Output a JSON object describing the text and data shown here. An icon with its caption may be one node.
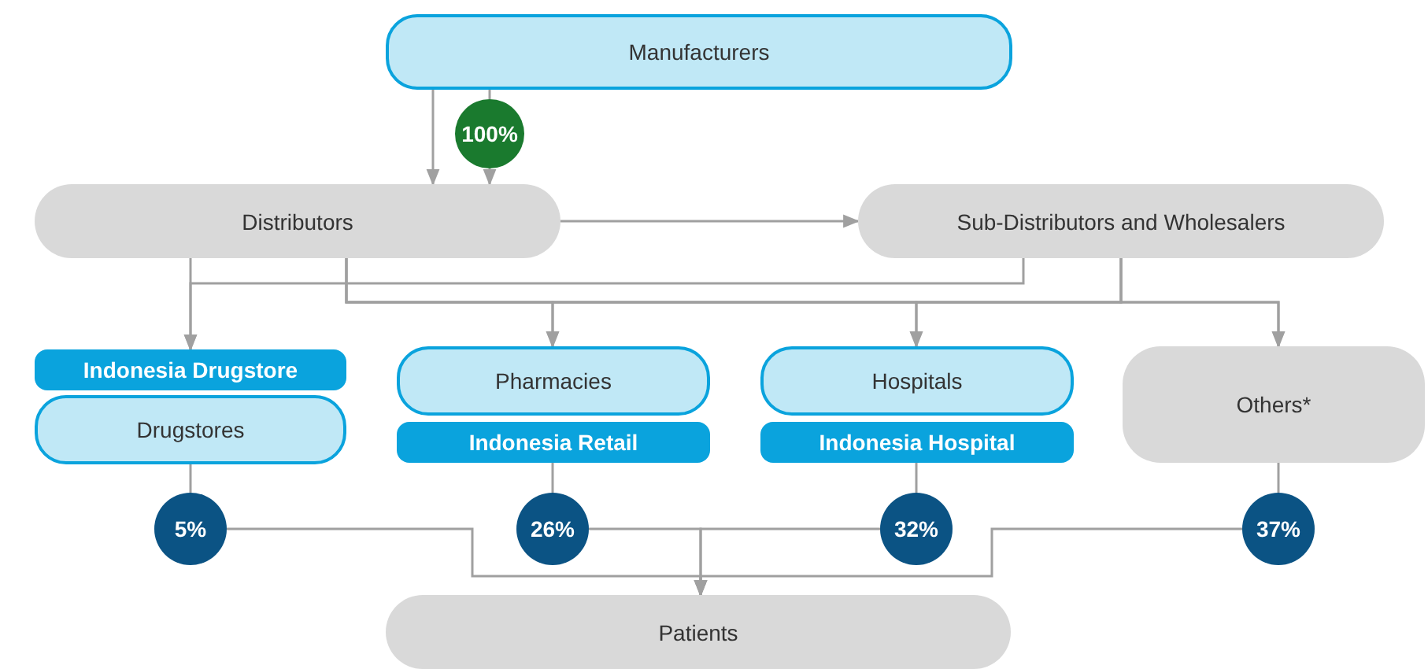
{
  "diagram": {
    "nodes": [
      {
        "text": [
          "Manufacturers"
        ]
      },
      {
        "text": [
          "100%"
        ]
      },
      {
        "text": [
          "Distributors"
        ]
      },
      {
        "text": [
          "Sub-Distributors and Wholesalers"
        ]
      },
      {
        "text": [
          "Indonesia Drugstore"
        ]
      },
      {
        "text": [
          "Drugstores"
        ]
      },
      {
        "text": [
          "Pharmacies"
        ]
      },
      {
        "text": [
          "Indonesia Retail"
        ]
      },
      {
        "text": [
          "Hospitals"
        ]
      },
      {
        "text": [
          "Indonesia Hospital"
        ]
      },
      {
        "text": [
          "Others*"
        ]
      },
      {
        "text": [
          "5%"
        ]
      },
      {
        "text": [
          "26%"
        ]
      },
      {
        "text": [
          "32%"
        ]
      },
      {
        "text": [
          "37%"
        ]
      },
      {
        "text": [
          "Patients"
        ]
      }
    ],
    "edges": [
      {
        "from": 0,
        "to": 2,
        "arrow": "to"
      },
      {
        "from": 0,
        "to": 1,
        "arrow": "none"
      },
      {
        "from": 1,
        "to": 2,
        "arrow": "to"
      },
      {
        "from": 2,
        "to": 3,
        "arrow": "to"
      },
      {
        "from": 2,
        "to": 4,
        "arrow": "to"
      },
      {
        "from": 3,
        "to": 4,
        "arrow": "to"
      },
      {
        "from": 2,
        "to": 6,
        "arrow": "to"
      },
      {
        "from": 2,
        "to": 8,
        "arrow": "to"
      },
      {
        "from": 2,
        "to": 10,
        "arrow": "to"
      },
      {
        "from": 3,
        "to": 6,
        "arrow": "to"
      },
      {
        "from": 3,
        "to": 8,
        "arrow": "to"
      },
      {
        "from": 3,
        "to": 10,
        "arrow": "to"
      },
      {
        "from": 5,
        "to": 11,
        "arrow": "none"
      },
      {
        "from": 7,
        "to": 12,
        "arrow": "none"
      },
      {
        "from": 9,
        "to": 13,
        "arrow": "none"
      },
      {
        "from": 10,
        "to": 14,
        "arrow": "none"
      },
      {
        "from": 11,
        "to": 15,
        "arrow": "to"
      },
      {
        "from": 12,
        "to": 15,
        "arrow": "to"
      },
      {
        "from": 13,
        "to": 15,
        "arrow": "to"
      },
      {
        "from": 14,
        "to": 15,
        "arrow": "to"
      }
    ]
  }
}
